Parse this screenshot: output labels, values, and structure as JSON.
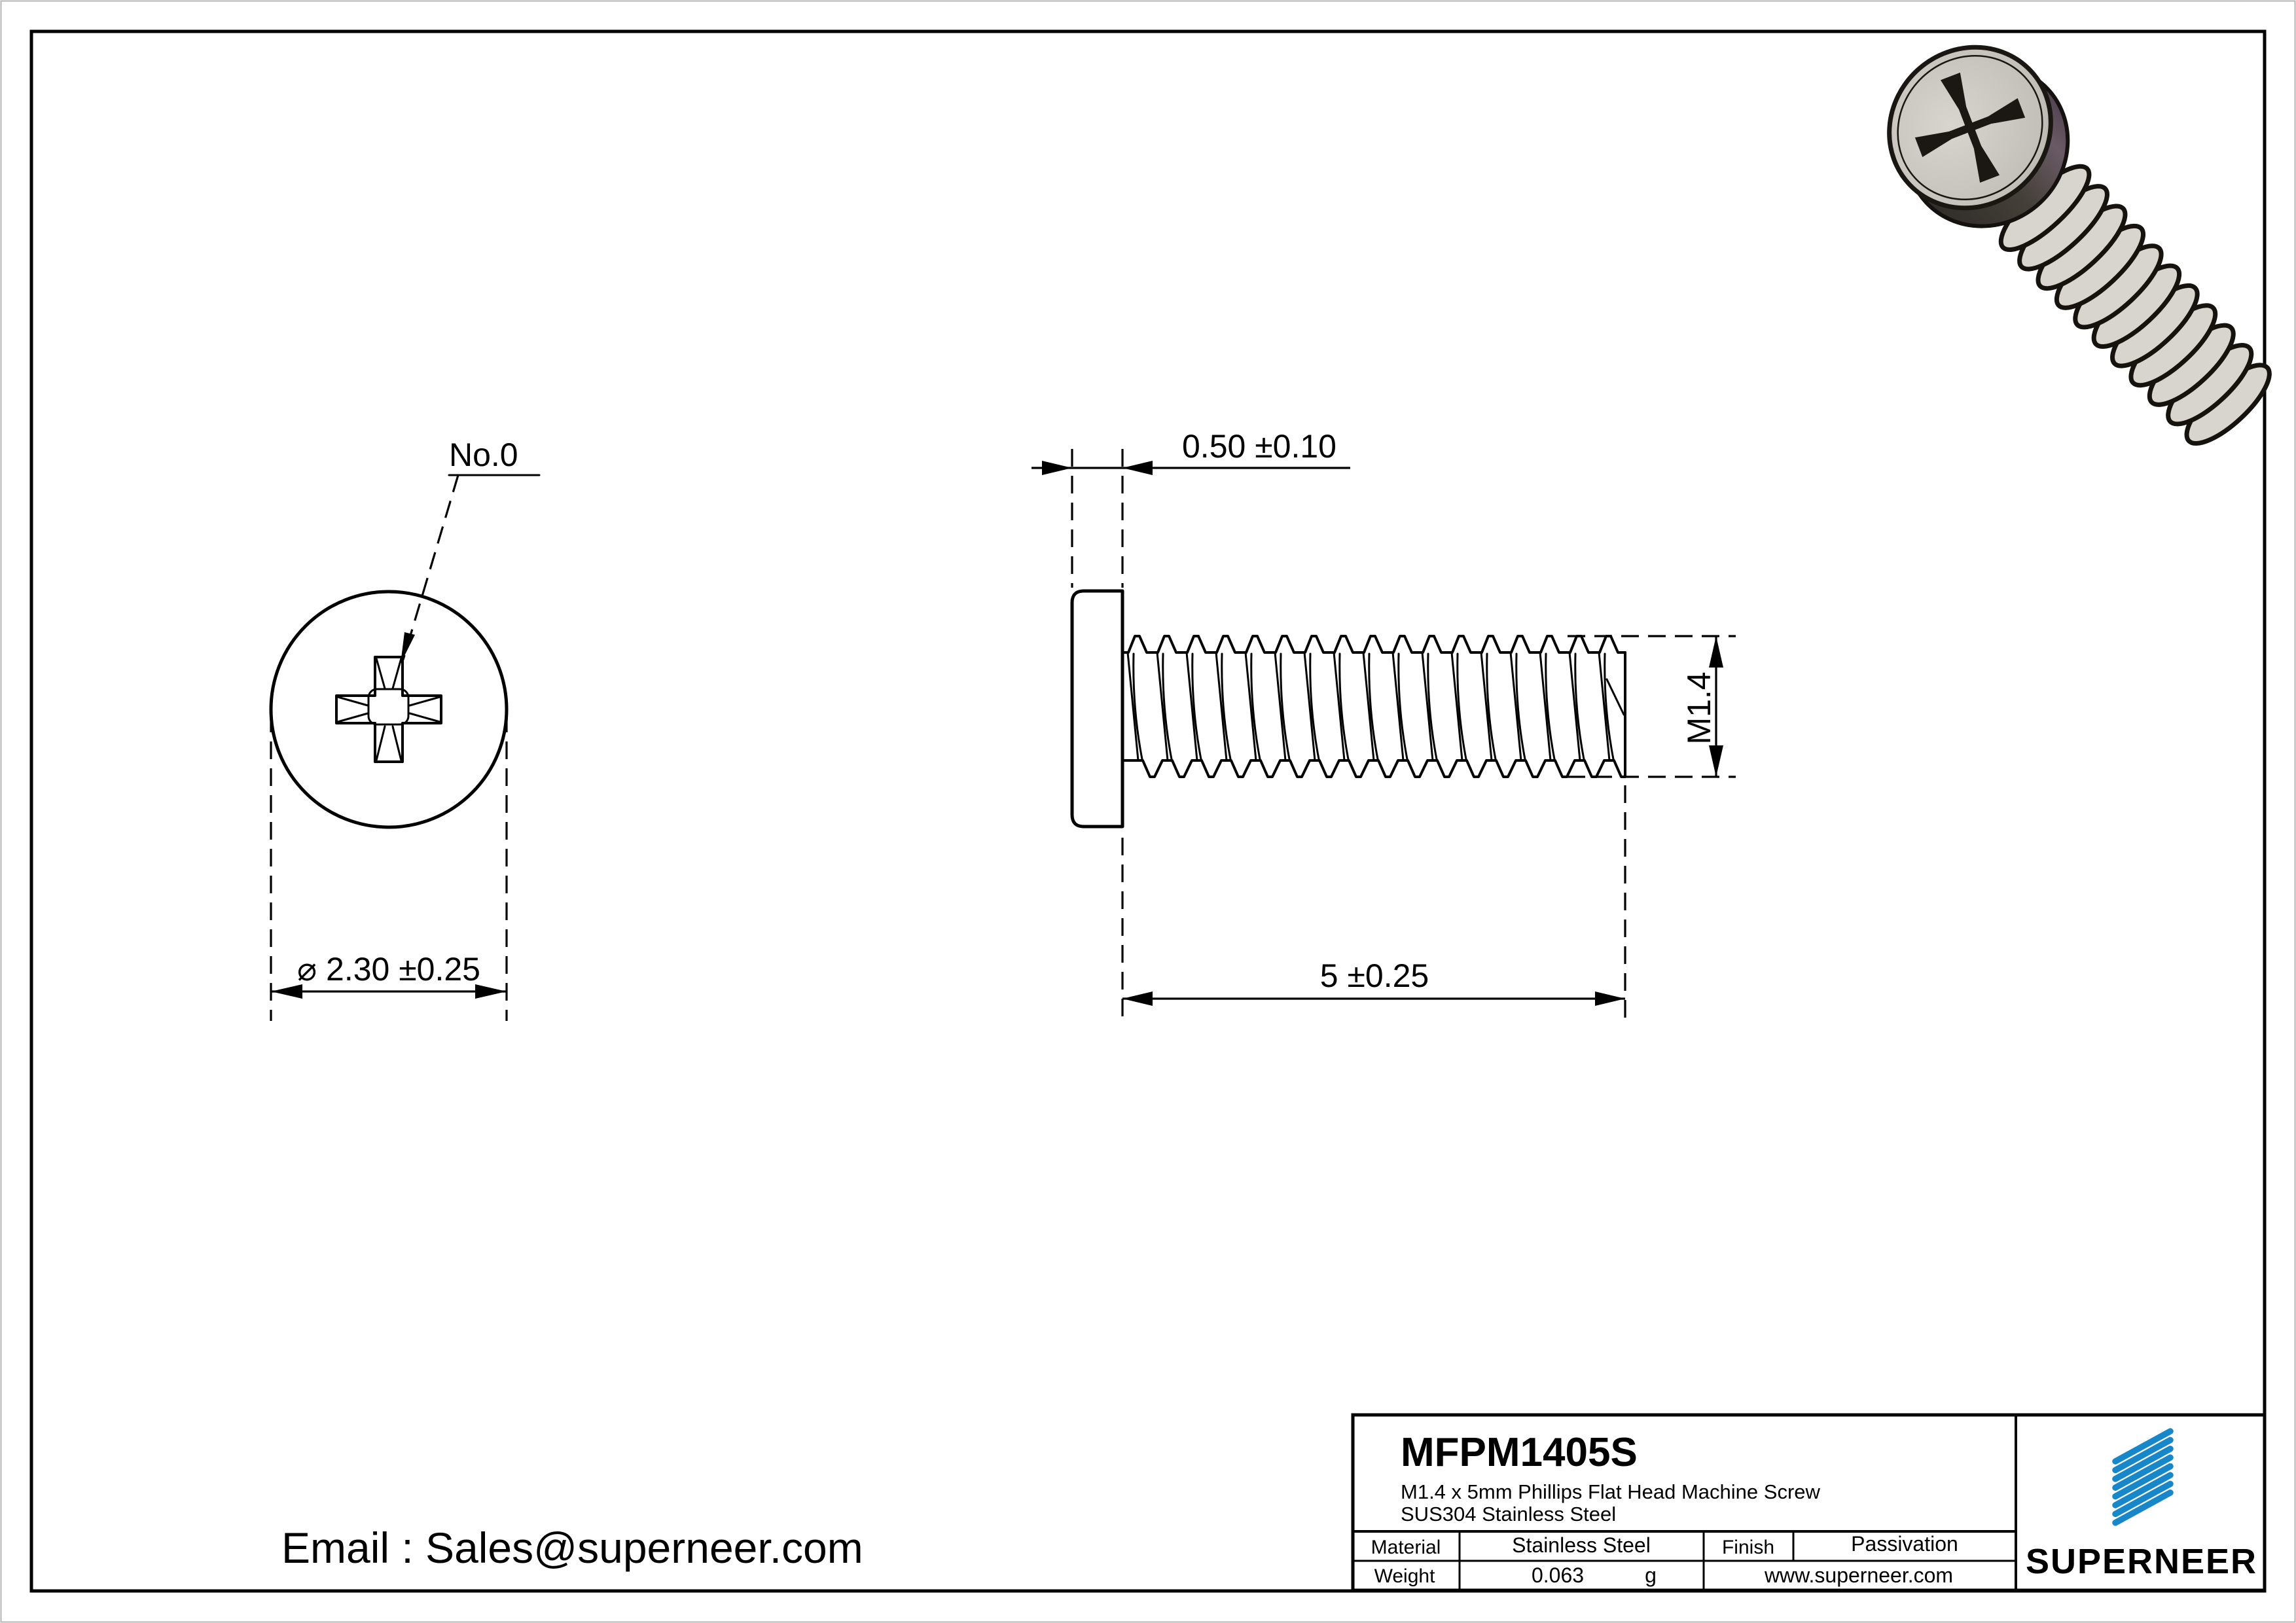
{
  "drawing": {
    "front_view": {
      "recess_callout": "No.0",
      "head_diameter": "⌀ 2.30 ±0.25"
    },
    "side_view": {
      "head_thickness": "0.50 ±0.10",
      "thread_size": "M1.4",
      "length": "5 ±0.25"
    }
  },
  "footer": {
    "email": "Email : Sales@superneer.com"
  },
  "title_block": {
    "part_number": "MFPM1405S",
    "description": "M1.4 x 5mm Phillips Flat Head Machine Screw",
    "material_note": "SUS304 Stainless Steel",
    "material_label": "Material",
    "material": "Stainless Steel",
    "finish_label": "Finish",
    "finish": "Passivation",
    "weight_label": "Weight",
    "weight": "0.063",
    "weight_unit": "g",
    "website": "www.superneer.com",
    "brand": "SUPERNEER"
  },
  "colors": {
    "accent": "#1787c9",
    "line": "#000000",
    "background": "#ffffff"
  }
}
